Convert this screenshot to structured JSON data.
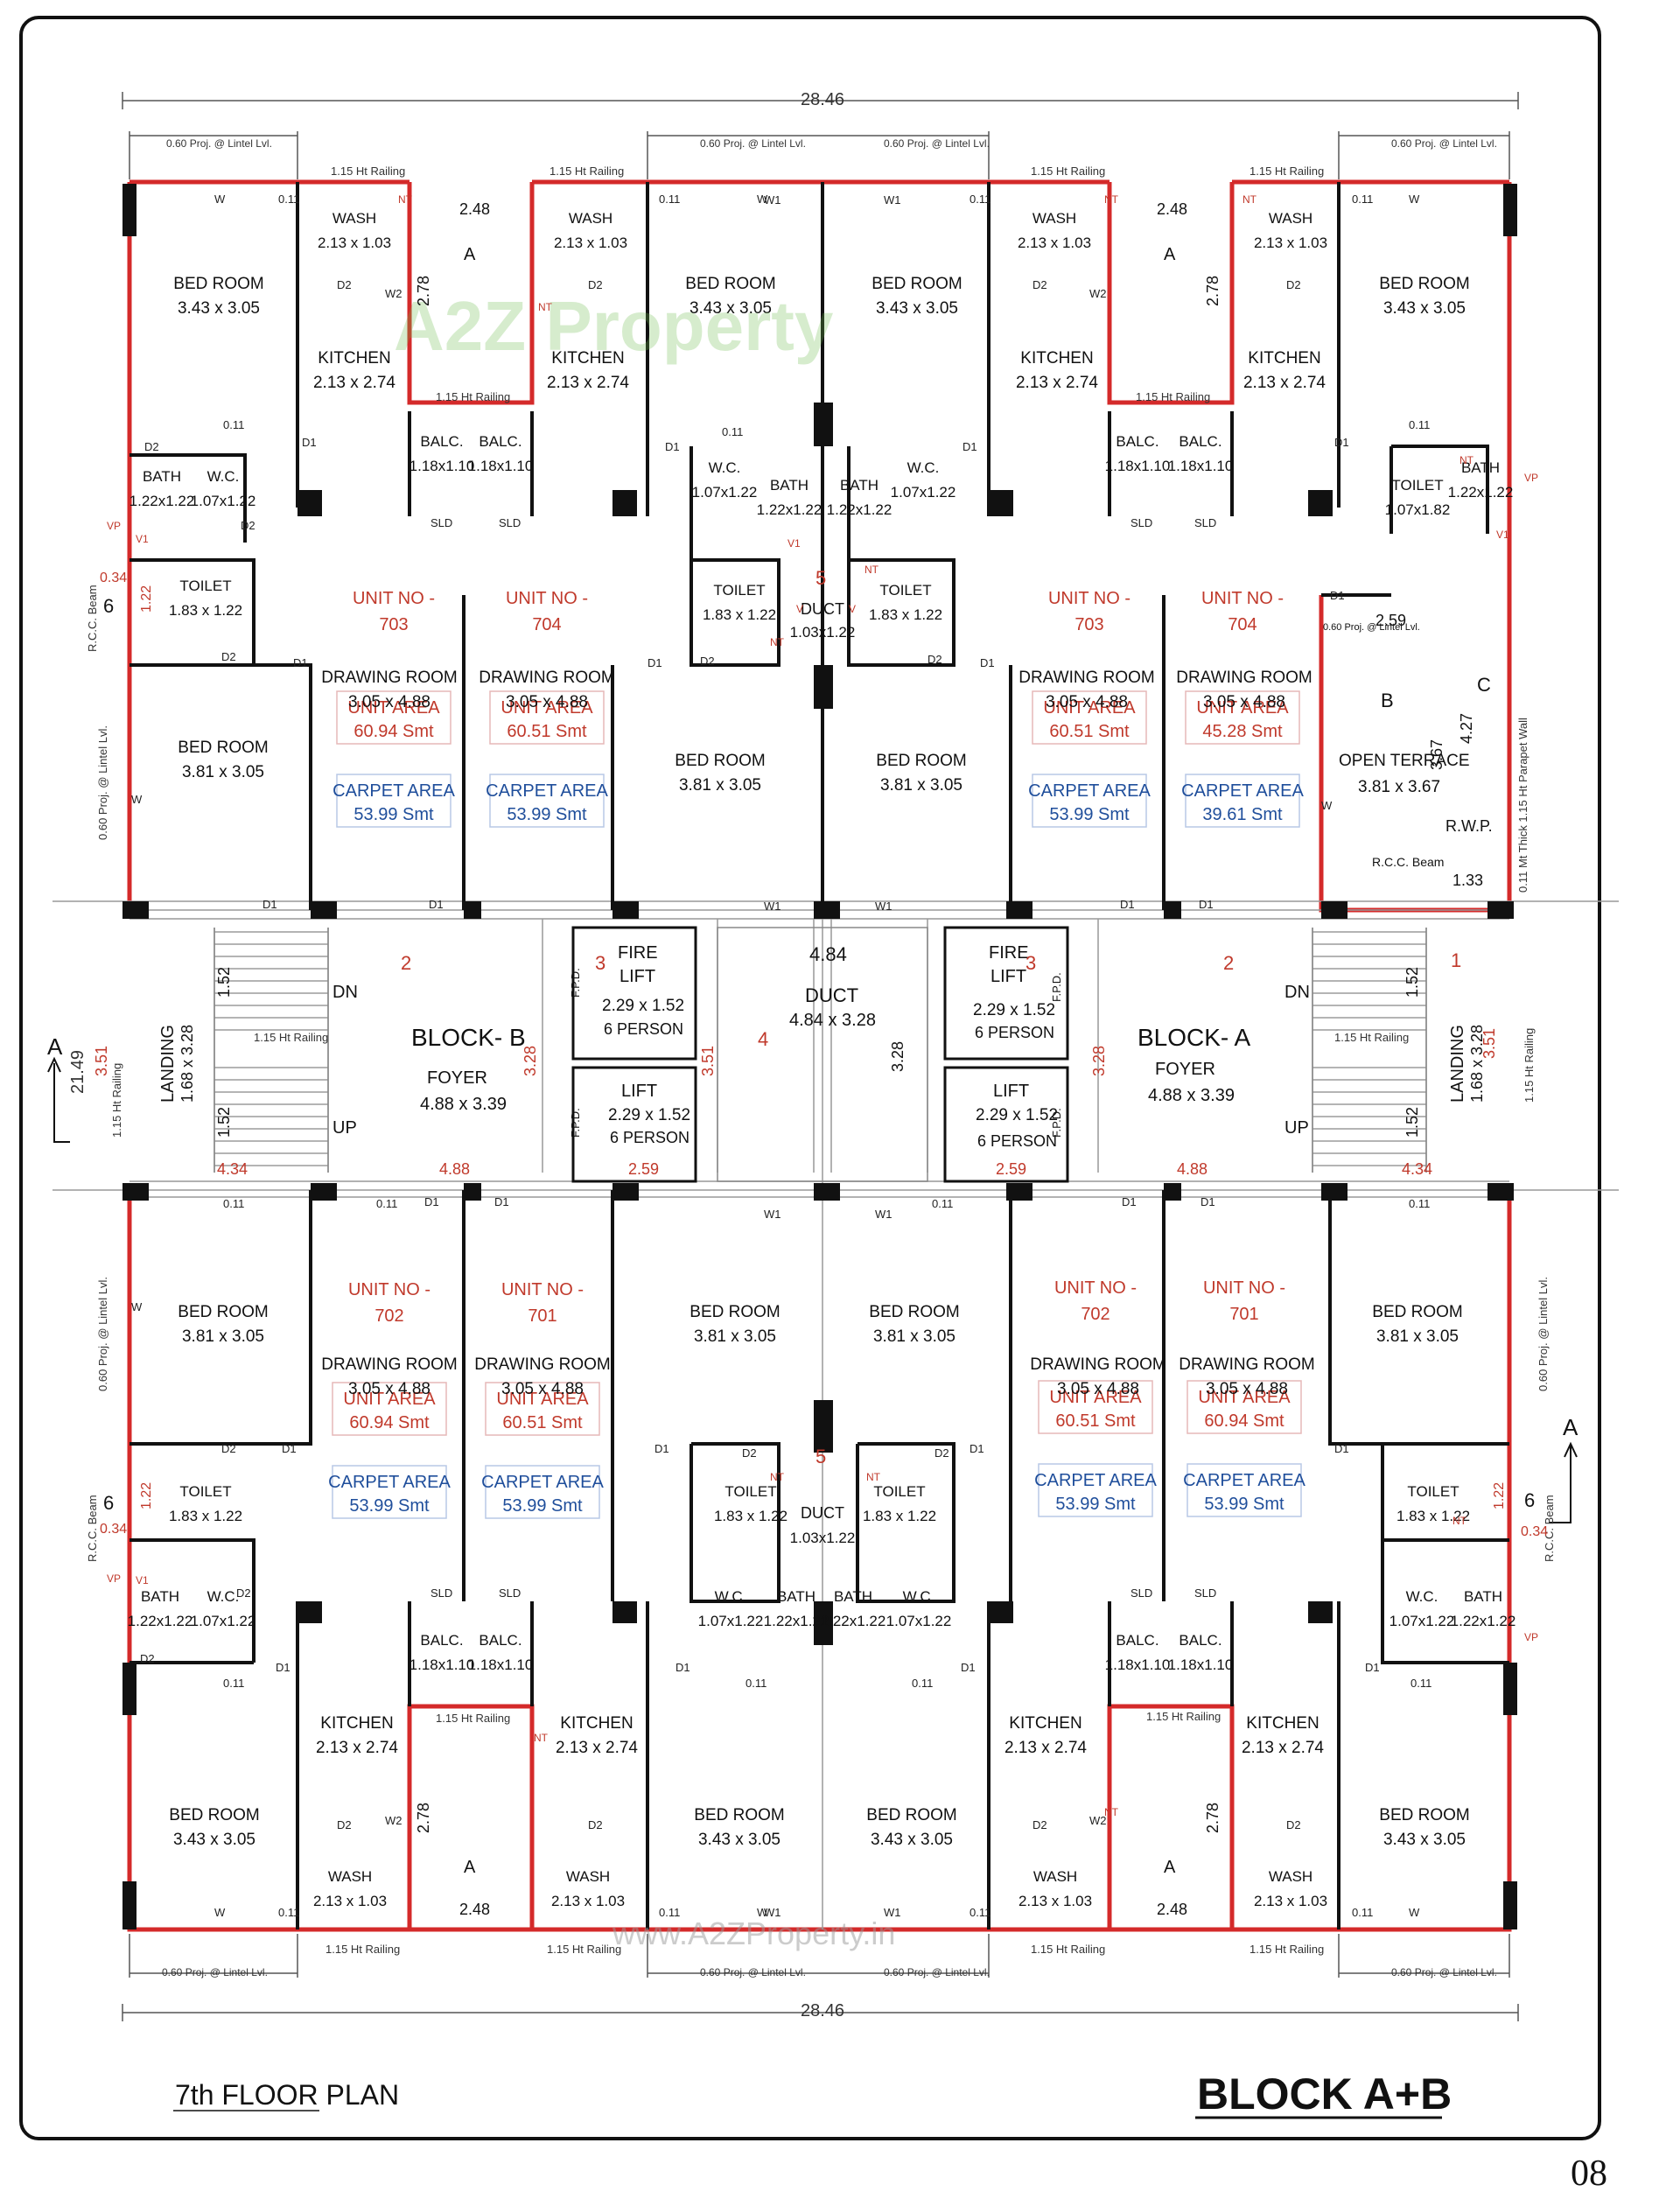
{
  "plan": {
    "title": "7th FLOOR PLAN",
    "block_title": "BLOCK A+B",
    "page_number": "08",
    "watermark": "A2Z Property",
    "watermark_url": "www.A2ZProperty.in",
    "overall_width": "28.46",
    "overall_depth": "21.49",
    "section_mark": "A",
    "mid_dims": {
      "left_corridor": "4.34",
      "left_foyer": "4.88",
      "left_lift": "2.59",
      "duct_width": "4.84",
      "right_lift": "2.59",
      "right_foyer": "4.88",
      "right_corridor": "4.34",
      "stair_left_top": "1.52",
      "stair_left_bottom": "1.52",
      "stair_right_top": "1.52",
      "stair_right_bottom": "1.52",
      "depth_a": "3.51",
      "depth_b": "3.28",
      "depth_c": "3.28",
      "depth_d": "3.51",
      "depth_e": "3.28",
      "depth_f": "3.51"
    },
    "labels": {
      "railing": "1.15 Ht Railing",
      "proj_lintel": "0.60 Proj. @ Lintel Lvl.",
      "proj_lintel_v": "0.60 Proj. @ Lintel Lvl.",
      "rcc_beam": "R.C.C. Beam",
      "parapet": "0.11 Mt Thick 1.15 Ht Parapet Wall",
      "rwp": "R.W.P.",
      "open_terrace": "OPEN TERRACE",
      "open_terrace_dim": "3.81 x 3.67",
      "terrace_dim_a": "2.59",
      "terrace_dim_b": "3.67",
      "terrace_dim_c": "4.27",
      "terrace_dim_d": "1.33",
      "terrace_b": "B",
      "terrace_c": "C",
      "mark_a": "A",
      "dim_248": "2.48",
      "dim_278": "2.78",
      "dim_034": "0.34",
      "dim_122": "1.22",
      "six": "6",
      "up": "UP",
      "dn": "DN",
      "fpd": "F.P.D.",
      "sld": "SLD",
      "wall": "0.11",
      "d1": "D1",
      "d2": "D2",
      "w": "W",
      "w1": "W1",
      "w2": "W2",
      "v": "V",
      "v1": "V1",
      "nt": "NT",
      "vp": "VP"
    },
    "core": {
      "block_b": "BLOCK- B",
      "block_a": "BLOCK- A",
      "foyer": "FOYER",
      "foyer_dim": "4.88 x 3.39",
      "fire_lift": "FIRE",
      "fire_lift_2": "LIFT",
      "lift": "LIFT",
      "lift_dim": "2.29 x 1.52",
      "lift_cap": "6 PERSON",
      "duct": "DUCT",
      "duct_dim": "4.84 x 3.28",
      "small_duct": "DUCT",
      "small_duct_dim": "1.03x1.22",
      "landing": "LANDING",
      "landing_dim": "1.68 x 3.28",
      "n1": "1",
      "n2": "2",
      "n3": "3",
      "n4": "4",
      "n5": "5"
    },
    "rooms": {
      "bed": "BED ROOM",
      "bed_343": "3.43 x 3.05",
      "bed_381": "3.81 x 3.05",
      "wash": "WASH",
      "wash_dim": "2.13 x 1.03",
      "kitchen": "KITCHEN",
      "kitchen_dim": "2.13 x 2.74",
      "balc": "BALC.",
      "balc_dim": "1.18x1.10",
      "bath": "BATH",
      "bath_dim": "1.22x1.22",
      "wc": "W.C.",
      "wc_dim": "1.07x1.22",
      "toilet": "TOILET",
      "toilet_dim": "1.83 x 1.22",
      "toilet_dim_b": "1.07x1.82",
      "drawing": "DRAWING ROOM",
      "drawing_dim": "3.05 x 4.88"
    },
    "units": [
      {
        "no": "UNIT NO -",
        "id": "703",
        "unit_area": "60.94 Smt",
        "carpet": "53.99 Smt"
      },
      {
        "no": "UNIT NO -",
        "id": "704",
        "unit_area": "60.51 Smt",
        "carpet": "53.99 Smt"
      },
      {
        "no": "UNIT NO -",
        "id": "703",
        "unit_area": "60.51 Smt",
        "carpet": "53.99 Smt"
      },
      {
        "no": "UNIT NO -",
        "id": "704",
        "unit_area": "45.28 Smt",
        "carpet": "39.61 Smt"
      },
      {
        "no": "UNIT NO -",
        "id": "702",
        "unit_area": "60.94 Smt",
        "carpet": "53.99 Smt"
      },
      {
        "no": "UNIT NO -",
        "id": "701",
        "unit_area": "60.51 Smt",
        "carpet": "53.99 Smt"
      },
      {
        "no": "UNIT NO -",
        "id": "702",
        "unit_area": "60.51 Smt",
        "carpet": "53.99 Smt"
      },
      {
        "no": "UNIT NO -",
        "id": "701",
        "unit_area": "60.94 Smt",
        "carpet": "53.99 Smt"
      }
    ],
    "unit_area_label": "UNIT AREA",
    "carpet_area_label": "CARPET AREA",
    "colors": {
      "outline_red": "#d42a2a",
      "area_red": "#c0392b",
      "carpet_blue": "#1f4e9b",
      "wall": "#111111",
      "watermark": "#6dbb4a"
    }
  }
}
